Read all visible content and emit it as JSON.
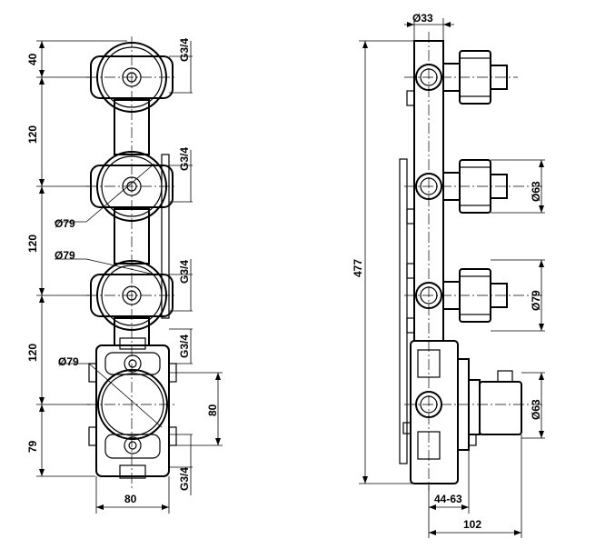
{
  "front_view": {
    "dims_left": [
      "40",
      "120",
      "120",
      "120",
      "79"
    ],
    "thread_labels": [
      "G3/4",
      "G3/4",
      "G3/4",
      "G3/4",
      "G3/4"
    ],
    "diameter_labels": [
      "Ø79",
      "Ø79",
      "Ø79"
    ],
    "height_right": "80",
    "width_bottom": "80"
  },
  "side_view": {
    "top_diameter": "Ø33",
    "total_height": "477",
    "right_diameters": [
      "Ø63",
      "Ø79",
      "Ø63"
    ],
    "depth_range": "44-63",
    "total_depth": "102"
  }
}
